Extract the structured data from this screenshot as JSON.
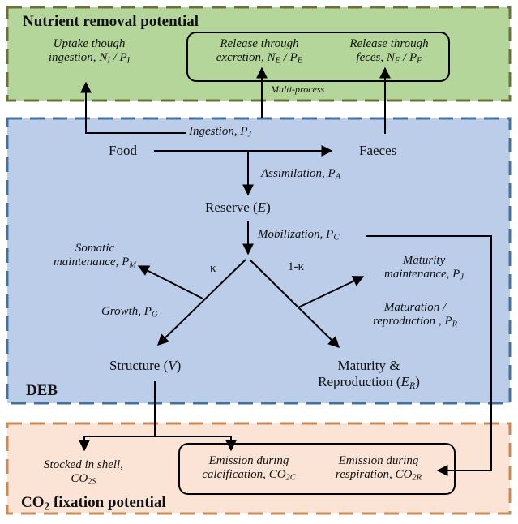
{
  "colors": {
    "nutrient_fill": "#b5d69a",
    "nutrient_border": "#6b7139",
    "deb_fill": "#bccde9",
    "deb_border": "#44729e",
    "co2_fill": "#fbe4d5",
    "co2_border": "#c98a55",
    "line": "#000000"
  },
  "nutrient": {
    "title": "Nutrient removal potential",
    "uptake_line1": "Uptake though",
    "uptake_line2": "ingestion, ",
    "uptake_sym": "N",
    "uptake_sub": "I",
    "uptake_sym2": "P",
    "uptake_sub2": "I",
    "excretion_line1": "Release through",
    "excretion_line2": "excretion, ",
    "excretion_sym": "N",
    "excretion_sub": "E",
    "excretion_sym2": "P",
    "excretion_sub2": "E",
    "feces_line1": "Release through",
    "feces_line2": "feces, ",
    "feces_sym": "N",
    "feces_sub": "F",
    "feces_sym2": "P",
    "feces_sub2": "F",
    "multi_process": "Multi-process"
  },
  "deb": {
    "title": "DEB",
    "food": "Food",
    "faeces": "Faeces",
    "ingestion": "Ingestion, ",
    "ingestion_sym": "P",
    "ingestion_sub": "J",
    "assimilation": "Assimilation, ",
    "assimilation_sym": "P",
    "assimilation_sub": "A",
    "reserve": "Reserve (",
    "reserve_sym": "E",
    "mobilization": "Mobilization, ",
    "mobilization_sym": "P",
    "mobilization_sub": "C",
    "kappa": "κ",
    "one_minus_kappa": "1-κ",
    "somatic_line1": "Somatic",
    "somatic_line2": "maintenance, ",
    "somatic_sym": "P",
    "somatic_sub": "M",
    "growth": "Growth, ",
    "growth_sym": "P",
    "growth_sub": "G",
    "maturity_maint_line1": "Maturity",
    "maturity_maint_line2": "maintenance, ",
    "maturity_maint_sym": "P",
    "maturity_maint_sub": "J",
    "maturation_line1": "Maturation /",
    "maturation_line2": "reproduction , ",
    "maturation_sym": "P",
    "maturation_sub": "R",
    "structure": "Structure (",
    "structure_sym": "V",
    "maturity_line1": "Maturity &",
    "maturity_line2": "Reproduction (",
    "maturity_sym": "E",
    "maturity_sub": "R"
  },
  "co2": {
    "title_pre": "CO",
    "title_sub": "2",
    "title_post": " fixation potential",
    "shell_line1": "Stocked in shell,",
    "shell_sym": "CO",
    "shell_sub": "2S",
    "calc_line1": "Emission during",
    "calc_line2": "calcification, ",
    "calc_sym": "CO",
    "calc_sub": "2C",
    "resp_line1": "Emission during",
    "resp_line2": "respiration, ",
    "resp_sym": "CO",
    "resp_sub": "2R"
  }
}
